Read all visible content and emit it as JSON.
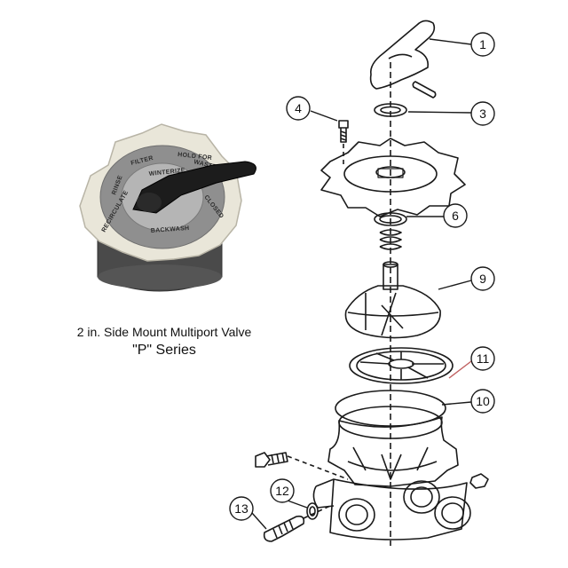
{
  "caption": {
    "title": "2 in. Side Mount Multiport Valve",
    "series": "\"P\" Series"
  },
  "dial_labels": [
    "FILTER",
    "WINTERIZE",
    "WASTE",
    "CLOSED",
    "BACKWASH",
    "RECIRCULATE",
    "RINSE",
    "HOLD FOR"
  ],
  "callouts": [
    "1",
    "3",
    "4",
    "6",
    "9",
    "11",
    "10",
    "12",
    "13"
  ],
  "colors": {
    "line": "#1a1a1a",
    "valve_body": "#e9e6d9",
    "valve_dial": "#8f8f8f",
    "valve_base": "#4a4a4a",
    "handle": "#1c1c1c"
  }
}
